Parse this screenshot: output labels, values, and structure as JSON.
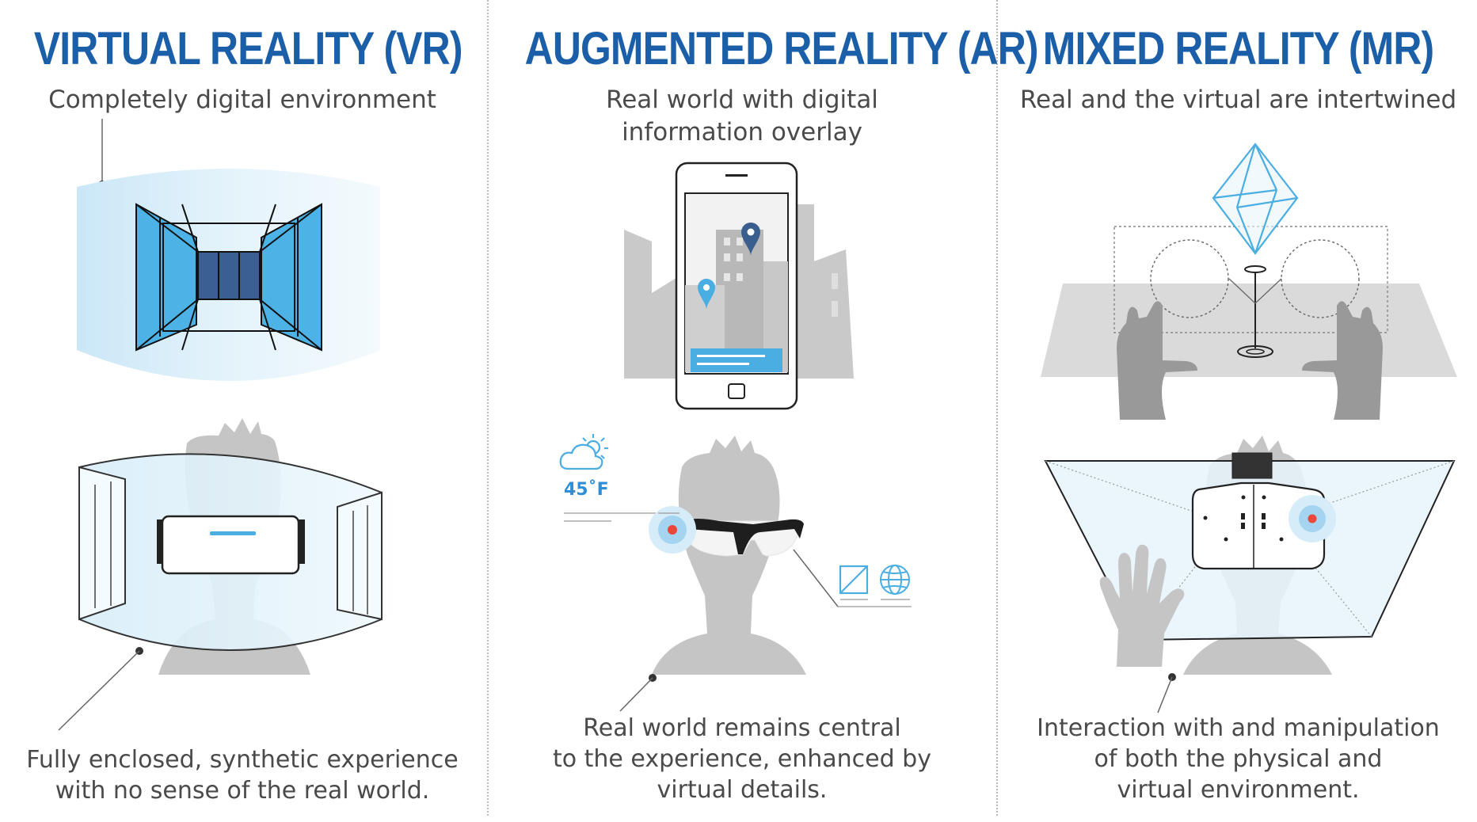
{
  "panels": [
    {
      "title": "VIRTUAL REALITY (VR)",
      "subtitle_lines": [
        "Completely digital environment"
      ],
      "caption_lines": [
        "Fully enclosed, synthetic experience",
        "with no sense of the real world."
      ]
    },
    {
      "title": "AUGMENTED REALITY (AR)",
      "subtitle_lines": [
        "Real world with digital",
        "information overlay"
      ],
      "caption_lines": [
        "Real world remains central",
        "to the experience, enhanced by",
        "virtual details."
      ],
      "weather_temp": "45˚F"
    },
    {
      "title": "MIXED REALITY (MR)",
      "subtitle_lines": [
        "Real and the virtual are intertwined"
      ],
      "caption_lines": [
        "Interaction with and manipulation",
        "of both the physical and",
        "virtual environment."
      ]
    }
  ],
  "colors": {
    "title_blue": "#1b5fa8",
    "accent_blue": "#4aaee3",
    "dark_blue": "#3a5f8f",
    "gray": "#c4c4c4",
    "text": "#4a4a4a",
    "marker_red": "#e8473a"
  },
  "icons": [
    "cloud-sun-icon",
    "location-pin-icon",
    "globe-icon",
    "image-icon",
    "octahedron-icon"
  ]
}
